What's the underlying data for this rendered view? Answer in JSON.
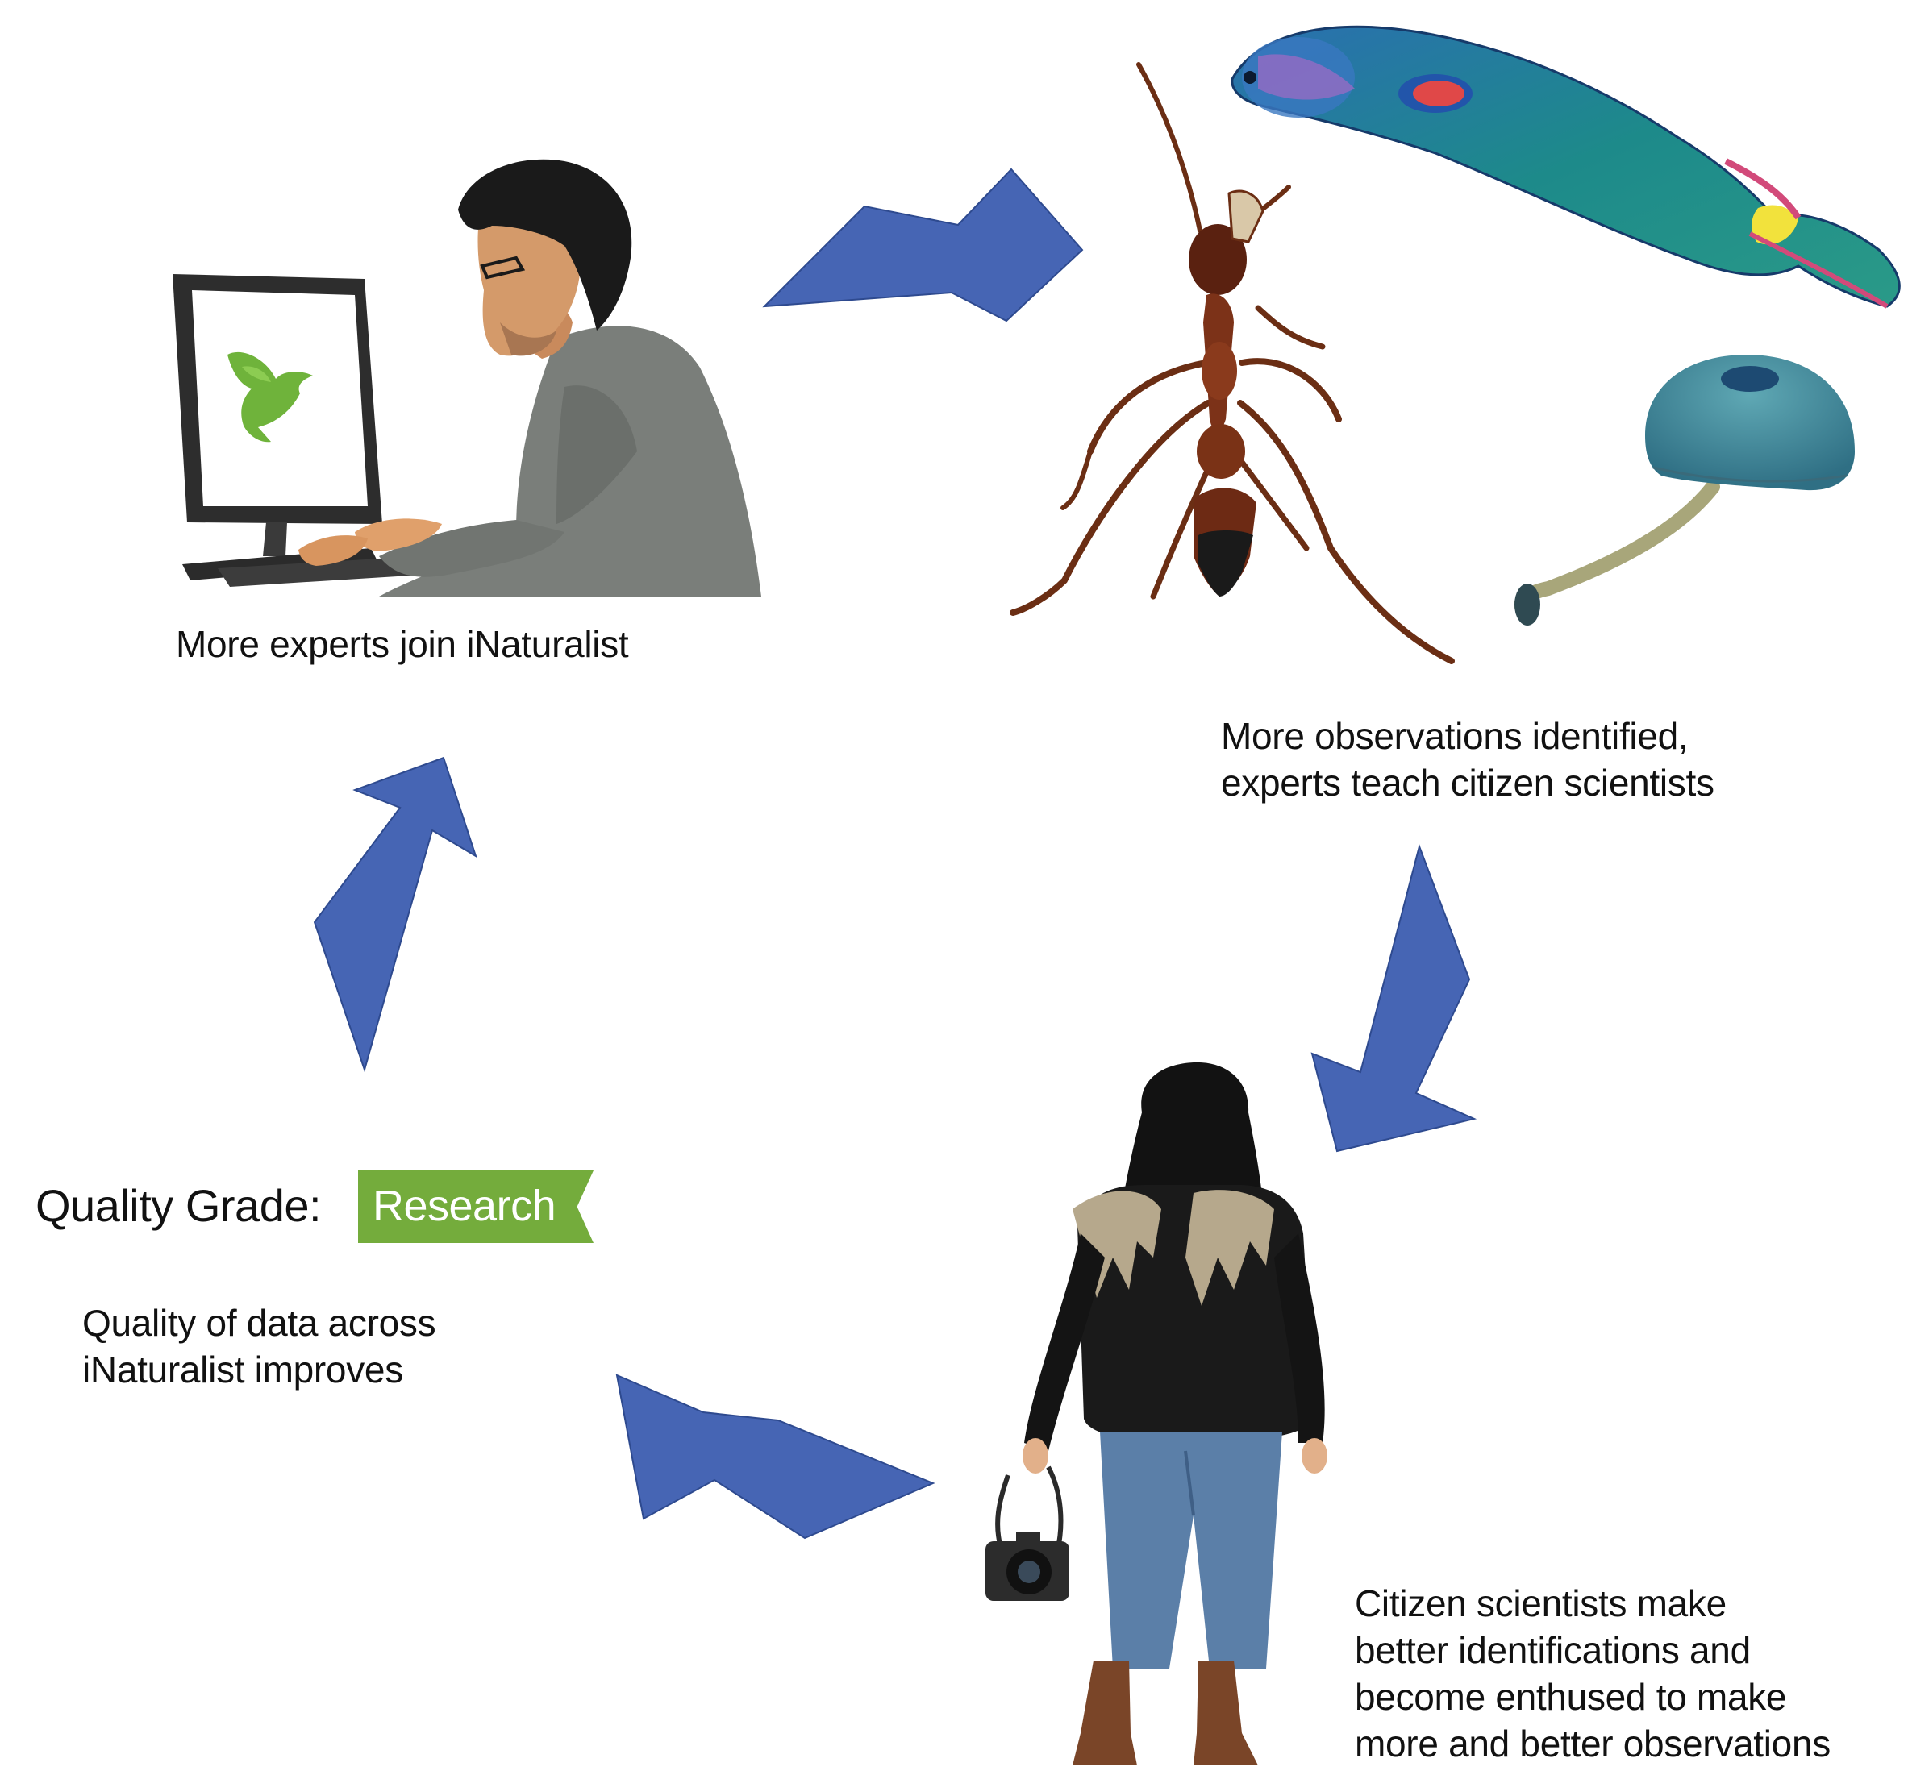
{
  "captions": {
    "experts_join": "More experts join iNaturalist",
    "observations_identified": "More observations identified,\nexperts teach citizen scientists",
    "citizen_scientists": "Citizen scientists make\nbetter identifications and\nbecome enthused to make\nmore and better observations",
    "quality_improves": "Quality of data across\niNaturalist improves"
  },
  "quality_grade": {
    "label": "Quality Grade:",
    "badge": "Research"
  },
  "colors": {
    "arrow": "#4665b4",
    "badge": "#74ac3c",
    "bird_logo": "#6fb33b"
  },
  "icons": [
    "computer-user-illustration",
    "inaturalist-bird-logo",
    "ant-illustration",
    "fish-illustration",
    "mushroom-illustration",
    "woman-photographer-illustration",
    "camera-icon"
  ]
}
